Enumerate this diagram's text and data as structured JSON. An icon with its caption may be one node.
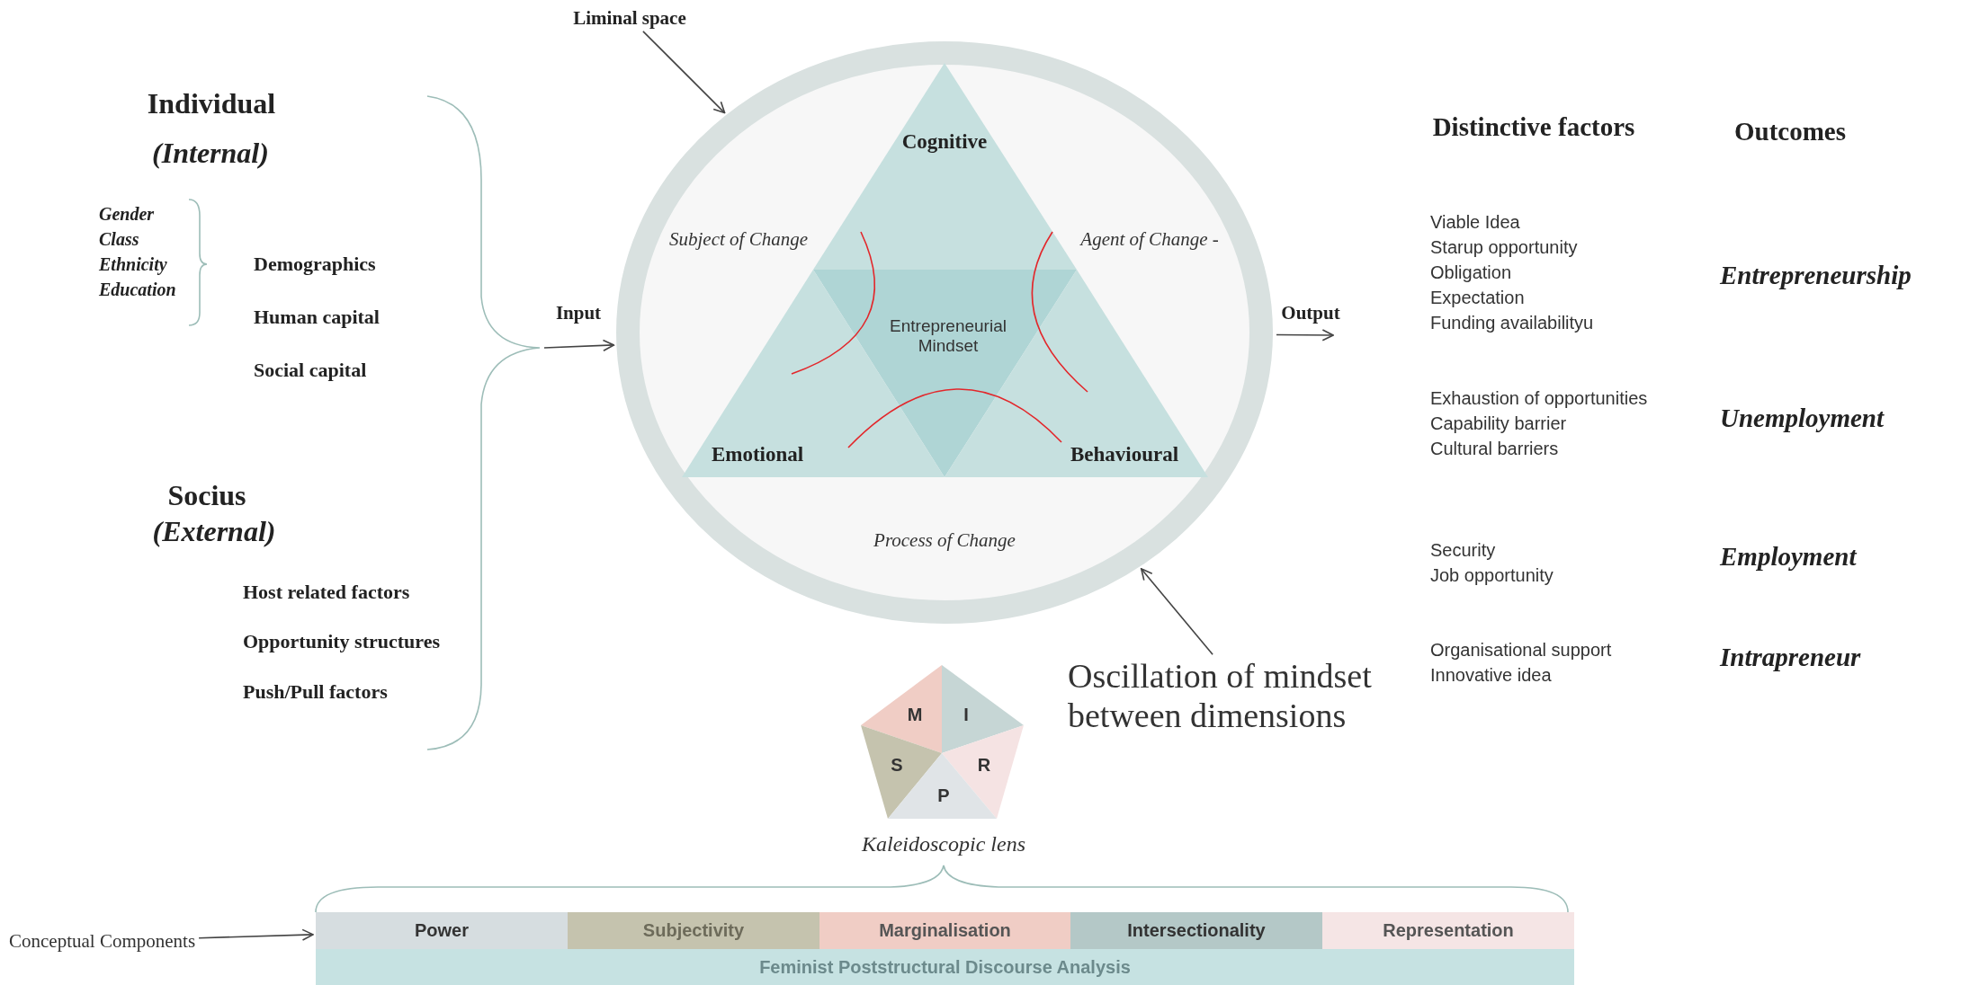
{
  "diagram": {
    "nodes": [
      {
        "text": [
          "Liminal space"
        ]
      },
      {
        "text": [],
        "shape": "circle"
      },
      {
        "text": [
          "Cognitive"
        ],
        "in": 1
      },
      {
        "text": [
          "Entrepreneurial Mindset"
        ],
        "in": 1
      },
      {
        "text": [
          "Emotional"
        ],
        "in": 1
      },
      {
        "text": [
          "Behavioural"
        ],
        "in": 1
      },
      {
        "text": [
          "Oscillation of mindset between dimensions"
        ]
      },
      {
        "text": [
          "M"
        ]
      },
      {
        "text": [
          "I"
        ]
      },
      {
        "text": [
          "S"
        ]
      },
      {
        "text": [
          "R"
        ]
      },
      {
        "text": [
          "P"
        ]
      },
      {
        "text": [
          "Conceptual Components"
        ]
      },
      {
        "text": [
          "Power"
        ]
      },
      {
        "text": [
          "Subjectivity"
        ]
      },
      {
        "text": [
          "Marginalisation"
        ]
      },
      {
        "text": [
          "Intersectionality"
        ]
      },
      {
        "text": [
          "Representation"
        ]
      },
      {
        "text": [
          "Feminist Poststructural Discourse Analysis"
        ]
      },
      {
        "text": [],
        "shape": "brace"
      }
    ],
    "edges": [
      {
        "from": 0,
        "to": 1,
        "arrow": "to"
      },
      {
        "from": 19,
        "to": 1,
        "arrow": "to",
        "label": "Input"
      },
      {
        "from": 1,
        "to": null,
        "arrow": "to",
        "label": "Output"
      },
      {
        "from": 6,
        "to": 1,
        "arrow": "to"
      },
      {
        "from": 12,
        "to": 13,
        "arrow": "to"
      }
    ],
    "labels": [
      "Individual",
      "(Internal)",
      "Gender",
      "Class",
      "Ethnicity",
      "Education",
      "Demographics",
      "Human capital",
      "Social capital",
      "Socius",
      "(External)",
      "Host related factors",
      "Opportunity structures",
      "Push/Pull factors",
      "Subject of Change",
      "Agent of Change -",
      "Process of Change",
      "Distinctive factors",
      "Outcomes",
      "Viable Idea",
      "Starup opportunity",
      "Obligation",
      "Expectation",
      "Funding availabilityu",
      "Entrepreneurship",
      "Exhaustion of opportunities",
      "Capability barrier",
      "Cultural barriers",
      "Unemployment",
      "Security",
      "Job opportunity",
      "Employment",
      "Organisational support",
      "Innovative idea",
      "Intrapreneur",
      "Kaleidoscopic lens"
    ]
  }
}
